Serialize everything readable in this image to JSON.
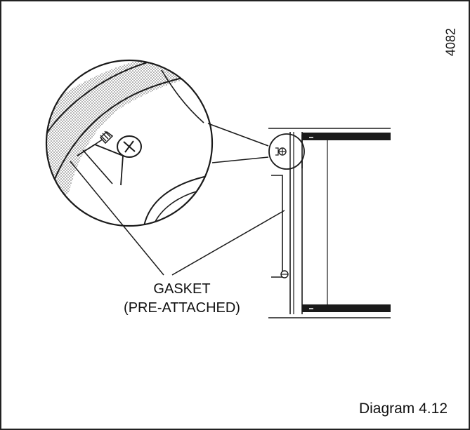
{
  "figure": {
    "reference_number": "4082",
    "caption": "Diagram 4.12",
    "callout": {
      "line1": "GASKET",
      "line2": "(PRE-ATTACHED)"
    }
  },
  "colors": {
    "line": "#1a1a1a",
    "stipple": "#7a7a7a",
    "background": "#ffffff"
  }
}
